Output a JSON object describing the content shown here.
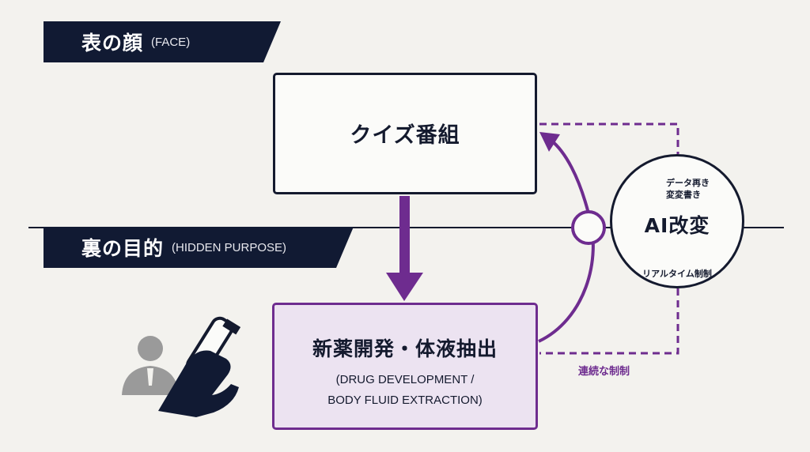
{
  "face_banner": {
    "main": "表の顔",
    "sub": "(FACE)"
  },
  "hidden_banner": {
    "main": "裏の目的",
    "sub": "(HIDDEN PURPOSE)"
  },
  "quiz_box": {
    "title": "クイズ番組"
  },
  "drug_box": {
    "title": "新薬開発・体液抽出",
    "sub_line1": "(DRUG DEVELOPMENT /",
    "sub_line2": "BODY FLUID EXTRACTION)"
  },
  "ai_circle": {
    "line1": "データ再き",
    "line2": "変変書き",
    "title": "AI改変",
    "caption": "リアルタイム制制"
  },
  "connector_note": "連続な制制",
  "colors": {
    "navy": "#111a33",
    "purple": "#6e2c8f",
    "lavender": "#ece3f1",
    "gray": "#9a9a9a"
  }
}
